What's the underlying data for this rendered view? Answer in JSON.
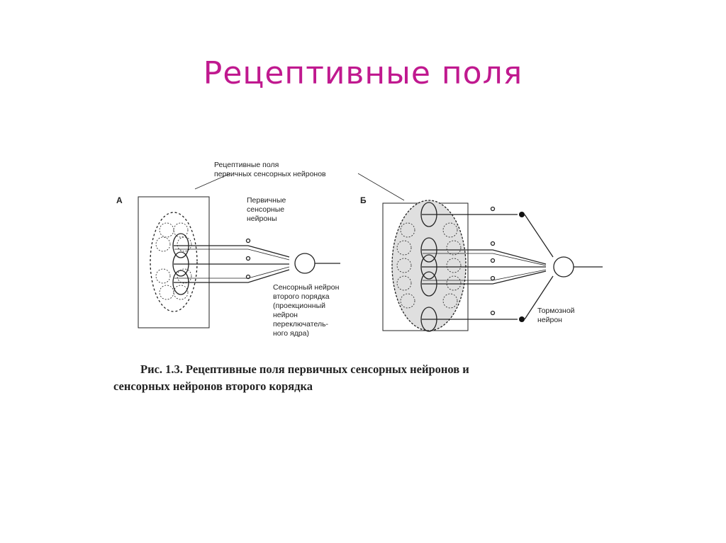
{
  "slide": {
    "title": "Рецептивные поля",
    "title_color": "#c0198f"
  },
  "figure": {
    "panel_a": "А",
    "panel_b": "Б",
    "label_fields": "Рецептивные поля\nпервичных сенсорных нейронов",
    "label_primary": "Первичные\nсенсорные\nнейроны",
    "label_second_order": "Сенсорный нейрон\nвторого порядка\n(проекционный\nнейрон\nпереключатель-\nного ядра)",
    "label_inhibitory": "Тормозной\nнейрон",
    "caption_line1": "Рис. 1.3. Рецептивные поля первичных сенсорных нейронов и",
    "caption_line2": "сенсорных нейронов второго корядка"
  },
  "icons": {
    "neuron": "circle-neuron-icon",
    "synapse": "filled-dot-synapse-icon"
  }
}
